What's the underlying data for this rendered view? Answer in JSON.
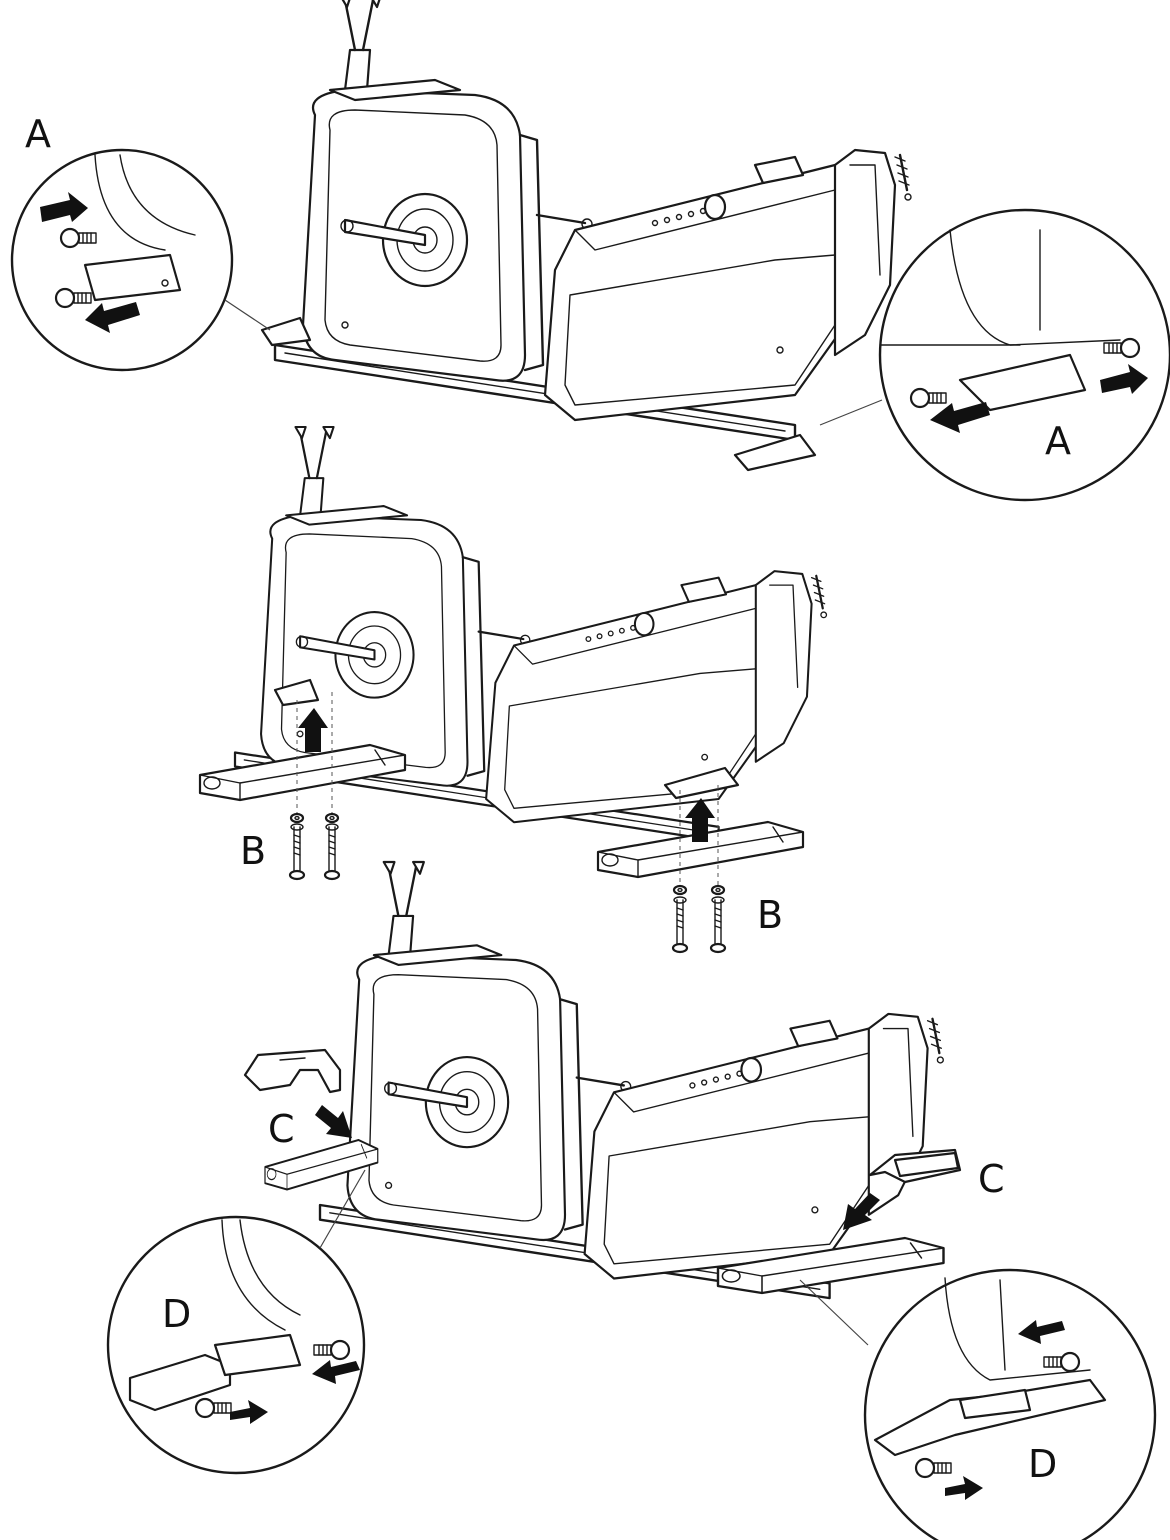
{
  "labels": {
    "a": "A",
    "b": "B",
    "c": "C",
    "d": "D"
  },
  "colors": {
    "line": "#1a1a1a",
    "background": "#ffffff",
    "arrow": "#111111"
  },
  "icons": {
    "step_arrow": "filled-block-arrow",
    "bolt": "bolt-icon"
  }
}
